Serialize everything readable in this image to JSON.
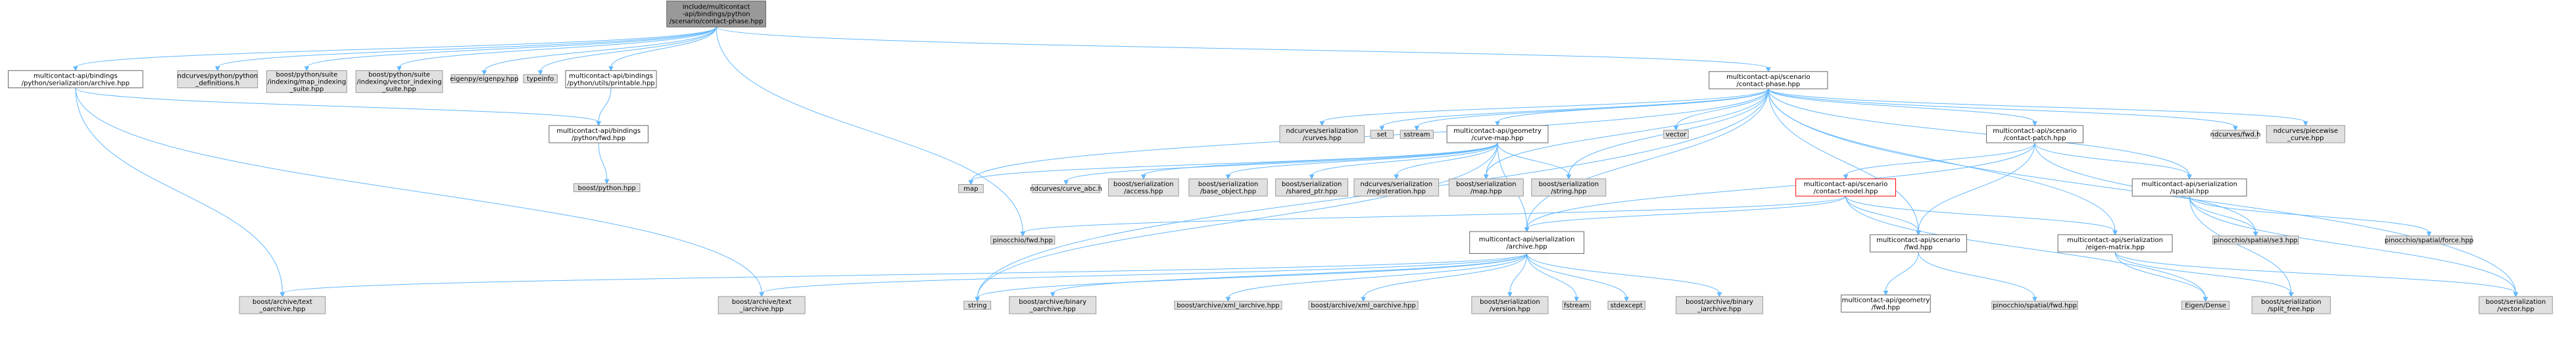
{
  "colors": {
    "edge": "#63b8ff",
    "root_fill": "#999999",
    "root_stroke": "#666666",
    "doc_fill": "#ffffff",
    "doc_stroke": "#666666",
    "ext_fill": "#e0e0e0",
    "ext_stroke": "#999999",
    "highlight_stroke": "#ff0000"
  },
  "nodes": [
    {
      "id": "root",
      "kind": "root",
      "lines": [
        "include/multicontact",
        "-api/bindings/python",
        "/scenario/contact-phase.hpp"
      ]
    },
    {
      "id": "serial_archive_py",
      "kind": "doc",
      "lines": [
        "multicontact-api/bindings",
        "/python/serialization/archive.hpp"
      ]
    },
    {
      "id": "nd_py_defs",
      "kind": "ext",
      "lines": [
        "ndcurves/python/python",
        "_definitions.h"
      ]
    },
    {
      "id": "map_idx",
      "kind": "ext",
      "lines": [
        "boost/python/suite",
        "/indexing/map_indexing",
        "_suite.hpp"
      ]
    },
    {
      "id": "vec_idx",
      "kind": "ext",
      "lines": [
        "boost/python/suite",
        "/indexing/vector_indexing",
        "_suite.hpp"
      ]
    },
    {
      "id": "eigenpy",
      "kind": "ext",
      "lines": [
        "eigenpy/eigenpy.hpp"
      ]
    },
    {
      "id": "typeinfo",
      "kind": "ext",
      "lines": [
        "typeinfo"
      ]
    },
    {
      "id": "printable",
      "kind": "doc",
      "lines": [
        "multicontact-api/bindings",
        "/python/utils/printable.hpp"
      ]
    },
    {
      "id": "contact_phase",
      "kind": "doc",
      "lines": [
        "multicontact-api/scenario",
        "/contact-phase.hpp"
      ]
    },
    {
      "id": "py_fwd",
      "kind": "doc",
      "lines": [
        "multicontact-api/bindings",
        "/python/fwd.hpp"
      ]
    },
    {
      "id": "boost_python",
      "kind": "ext",
      "lines": [
        "boost/python.hpp"
      ]
    },
    {
      "id": "nd_serial_curves",
      "kind": "ext",
      "lines": [
        "ndcurves/serialization",
        "/curves.hpp"
      ]
    },
    {
      "id": "set",
      "kind": "ext",
      "lines": [
        "set"
      ]
    },
    {
      "id": "sstream",
      "kind": "ext",
      "lines": [
        "sstream"
      ]
    },
    {
      "id": "curve_map",
      "kind": "doc",
      "lines": [
        "multicontact-api/geometry",
        "/curve-map.hpp"
      ]
    },
    {
      "id": "vector",
      "kind": "ext",
      "lines": [
        "vector"
      ]
    },
    {
      "id": "contact_patch",
      "kind": "doc",
      "lines": [
        "multicontact-api/scenario",
        "/contact-patch.hpp"
      ]
    },
    {
      "id": "nd_fwd",
      "kind": "ext",
      "lines": [
        "ndcurves/fwd.h"
      ]
    },
    {
      "id": "nd_piecewise",
      "kind": "ext",
      "lines": [
        "ndcurves/piecewise",
        "_curve.hpp"
      ]
    },
    {
      "id": "map",
      "kind": "ext",
      "lines": [
        "map"
      ]
    },
    {
      "id": "curve_abc",
      "kind": "ext",
      "lines": [
        "ndcurves/curve_abc.h"
      ]
    },
    {
      "id": "bs_access",
      "kind": "ext",
      "lines": [
        "boost/serialization",
        "/access.hpp"
      ]
    },
    {
      "id": "bs_base_object",
      "kind": "ext",
      "lines": [
        "boost/serialization",
        "/base_object.hpp"
      ]
    },
    {
      "id": "bs_shared_ptr",
      "kind": "ext",
      "lines": [
        "boost/serialization",
        "/shared_ptr.hpp"
      ]
    },
    {
      "id": "nd_serial_reg",
      "kind": "ext",
      "lines": [
        "ndcurves/serialization",
        "/registeration.hpp"
      ]
    },
    {
      "id": "bs_map",
      "kind": "ext",
      "lines": [
        "boost/serialization",
        "/map.hpp"
      ]
    },
    {
      "id": "bs_string",
      "kind": "ext",
      "lines": [
        "boost/serialization",
        "/string.hpp"
      ]
    },
    {
      "id": "contact_model",
      "kind": "highlight",
      "lines": [
        "multicontact-api/scenario",
        "/contact-model.hpp"
      ]
    },
    {
      "id": "spatial",
      "kind": "doc",
      "lines": [
        "multicontact-api/serialization",
        "/spatial.hpp"
      ]
    },
    {
      "id": "pin_fwd",
      "kind": "ext",
      "lines": [
        "pinocchio/fwd.hpp"
      ]
    },
    {
      "id": "serial_archive",
      "kind": "doc",
      "lines": [
        "multicontact-api/serialization",
        "/archive.hpp"
      ]
    },
    {
      "id": "scen_fwd",
      "kind": "doc",
      "lines": [
        "multicontact-api/scenario",
        "/fwd.hpp"
      ]
    },
    {
      "id": "eigen_matrix",
      "kind": "doc",
      "lines": [
        "multicontact-api/serialization",
        "/eigen-matrix.hpp"
      ]
    },
    {
      "id": "pin_se3",
      "kind": "ext",
      "lines": [
        "pinocchio/spatial/se3.hpp"
      ]
    },
    {
      "id": "pin_force",
      "kind": "ext",
      "lines": [
        "pinocchio/spatial/force.hpp"
      ]
    },
    {
      "id": "text_oarchive",
      "kind": "ext",
      "lines": [
        "boost/archive/text",
        "_oarchive.hpp"
      ]
    },
    {
      "id": "text_iarchive",
      "kind": "ext",
      "lines": [
        "boost/archive/text",
        "_iarchive.hpp"
      ]
    },
    {
      "id": "string",
      "kind": "ext",
      "lines": [
        "string"
      ]
    },
    {
      "id": "bin_oarchive",
      "kind": "ext",
      "lines": [
        "boost/archive/binary",
        "_oarchive.hpp"
      ]
    },
    {
      "id": "xml_iarchive",
      "kind": "ext",
      "lines": [
        "boost/archive/xml_iarchive.hpp"
      ]
    },
    {
      "id": "xml_oarchive",
      "kind": "ext",
      "lines": [
        "boost/archive/xml_oarchive.hpp"
      ]
    },
    {
      "id": "bs_version",
      "kind": "ext",
      "lines": [
        "boost/serialization",
        "/version.hpp"
      ]
    },
    {
      "id": "fstream",
      "kind": "ext",
      "lines": [
        "fstream"
      ]
    },
    {
      "id": "stdexcept",
      "kind": "ext",
      "lines": [
        "stdexcept"
      ]
    },
    {
      "id": "bin_iarchive",
      "kind": "ext",
      "lines": [
        "boost/archive/binary",
        "_iarchive.hpp"
      ]
    },
    {
      "id": "geom_fwd",
      "kind": "doc",
      "lines": [
        "multicontact-api/geometry",
        "/fwd.hpp"
      ]
    },
    {
      "id": "pin_spatial_fwd",
      "kind": "ext",
      "lines": [
        "pinocchio/spatial/fwd.hpp"
      ]
    },
    {
      "id": "eigen_dense",
      "kind": "ext",
      "lines": [
        "Eigen/Dense"
      ]
    },
    {
      "id": "bs_split_free",
      "kind": "ext",
      "lines": [
        "boost/serialization",
        "/split_free.hpp"
      ]
    },
    {
      "id": "bs_vector",
      "kind": "ext",
      "lines": [
        "boost/serialization",
        "/vector.hpp"
      ]
    }
  ],
  "edges": [
    [
      "root",
      "serial_archive_py"
    ],
    [
      "root",
      "nd_py_defs"
    ],
    [
      "root",
      "map_idx"
    ],
    [
      "root",
      "vec_idx"
    ],
    [
      "root",
      "eigenpy"
    ],
    [
      "root",
      "typeinfo"
    ],
    [
      "root",
      "printable"
    ],
    [
      "root",
      "contact_phase"
    ],
    [
      "root",
      "pin_fwd"
    ],
    [
      "serial_archive_py",
      "py_fwd"
    ],
    [
      "serial_archive_py",
      "text_oarchive"
    ],
    [
      "serial_archive_py",
      "text_iarchive"
    ],
    [
      "printable",
      "py_fwd"
    ],
    [
      "py_fwd",
      "boost_python"
    ],
    [
      "contact_phase",
      "map"
    ],
    [
      "contact_phase",
      "nd_serial_curves"
    ],
    [
      "contact_phase",
      "set"
    ],
    [
      "contact_phase",
      "sstream"
    ],
    [
      "contact_phase",
      "curve_map"
    ],
    [
      "contact_phase",
      "vector"
    ],
    [
      "contact_phase",
      "contact_patch"
    ],
    [
      "contact_phase",
      "nd_fwd"
    ],
    [
      "contact_phase",
      "nd_piecewise"
    ],
    [
      "contact_phase",
      "string"
    ],
    [
      "contact_phase",
      "bs_map"
    ],
    [
      "contact_phase",
      "bs_string"
    ],
    [
      "contact_phase",
      "serial_archive"
    ],
    [
      "contact_phase",
      "scen_fwd"
    ],
    [
      "contact_phase",
      "eigen_matrix"
    ],
    [
      "contact_phase",
      "spatial"
    ],
    [
      "contact_phase",
      "bs_vector"
    ],
    [
      "curve_map",
      "map"
    ],
    [
      "curve_map",
      "curve_abc"
    ],
    [
      "curve_map",
      "bs_access"
    ],
    [
      "curve_map",
      "bs_base_object"
    ],
    [
      "curve_map",
      "bs_shared_ptr"
    ],
    [
      "curve_map",
      "nd_serial_reg"
    ],
    [
      "curve_map",
      "bs_map"
    ],
    [
      "curve_map",
      "bs_string"
    ],
    [
      "curve_map",
      "string"
    ],
    [
      "curve_map",
      "serial_archive"
    ],
    [
      "contact_patch",
      "contact_model"
    ],
    [
      "contact_patch",
      "spatial"
    ],
    [
      "contact_patch",
      "serial_archive"
    ],
    [
      "contact_patch",
      "scen_fwd"
    ],
    [
      "contact_patch",
      "pin_se3"
    ],
    [
      "contact_model",
      "pin_fwd"
    ],
    [
      "contact_model",
      "serial_archive"
    ],
    [
      "contact_model",
      "scen_fwd"
    ],
    [
      "contact_model",
      "eigen_matrix"
    ],
    [
      "contact_model",
      "eigen_dense"
    ],
    [
      "spatial",
      "pin_se3"
    ],
    [
      "spatial",
      "pin_force"
    ],
    [
      "spatial",
      "bs_split_free"
    ],
    [
      "spatial",
      "bs_vector"
    ],
    [
      "serial_archive",
      "text_oarchive"
    ],
    [
      "serial_archive",
      "text_iarchive"
    ],
    [
      "serial_archive",
      "string"
    ],
    [
      "serial_archive",
      "bin_oarchive"
    ],
    [
      "serial_archive",
      "xml_iarchive"
    ],
    [
      "serial_archive",
      "xml_oarchive"
    ],
    [
      "serial_archive",
      "bs_version"
    ],
    [
      "serial_archive",
      "fstream"
    ],
    [
      "serial_archive",
      "stdexcept"
    ],
    [
      "serial_archive",
      "bin_iarchive"
    ],
    [
      "scen_fwd",
      "geom_fwd"
    ],
    [
      "scen_fwd",
      "pin_spatial_fwd"
    ],
    [
      "eigen_matrix",
      "eigen_dense"
    ],
    [
      "eigen_matrix",
      "bs_split_free"
    ],
    [
      "eigen_matrix",
      "bs_vector"
    ]
  ]
}
